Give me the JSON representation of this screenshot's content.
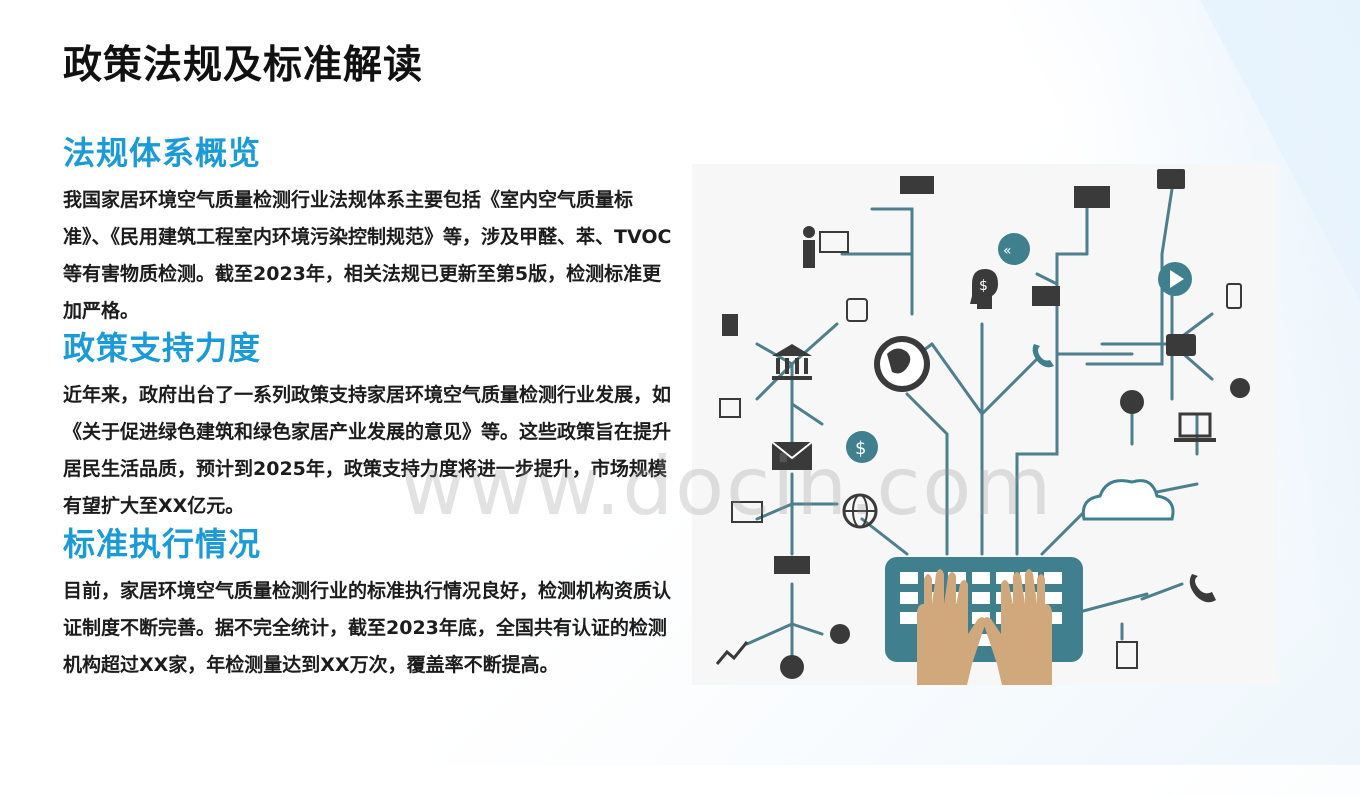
{
  "title": "政策法规及标准解读",
  "sections": [
    {
      "heading": "法规体系概览",
      "body": "我国家居环境空气质量检测行业法规体系主要包括《室内空气质量标准》、《民用建筑工程室内环境污染控制规范》等，涉及甲醛、苯、TVOC等有害物质检测。截至2023年，相关法规已更新至第5版，检测标准更加严格。"
    },
    {
      "heading": "政策支持力度",
      "body": "近年来，政府出台了一系列政策支持家居环境空气质量检测行业发展，如《关于促进绿色建筑和绿色家居产业发展的意见》等。这些政策旨在提升居民生活品质，预计到2025年，政策支持力度将进一步提升，市场规模有望扩大至XX亿元。"
    },
    {
      "heading": "标准执行情况",
      "body": "目前，家居环境空气质量检测行业的标准执行情况良好，检测机构资质认证制度不断完善。据不完全统计，截至2023年底，全国共有认证的检测机构超过XX家，年检测量达到XX万次，覆盖率不断提高。"
    }
  ],
  "watermark": "www.docin.com",
  "colors": {
    "accent": "#1a9bd7",
    "line": "#4d7f8c",
    "hands": "#d1a87b",
    "keyboard": "#3f7f8e"
  },
  "graphic": {
    "icons": [
      "money-icon",
      "presenter-icon",
      "money-stack-icon",
      "credit-card-icon",
      "rewind-icon",
      "head-dollar-icon",
      "folder-icon",
      "play-icon",
      "phone-forward-icon",
      "calculator-icon",
      "smartphone-icon",
      "bank-icon",
      "globe-icon",
      "phone-icon",
      "wallet-icon",
      "money-bag-icon",
      "calendar-icon",
      "dollar-icon",
      "money-bags-icon",
      "laptop-icon",
      "mail-download-icon",
      "computer-icon",
      "web-globe-icon",
      "cloud-icon",
      "banknote-icon",
      "coins-icon",
      "chart-icon",
      "cloud-download-icon",
      "phone-call-icon",
      "document-edit-icon",
      "keyboard-icon",
      "hands-icon"
    ]
  }
}
